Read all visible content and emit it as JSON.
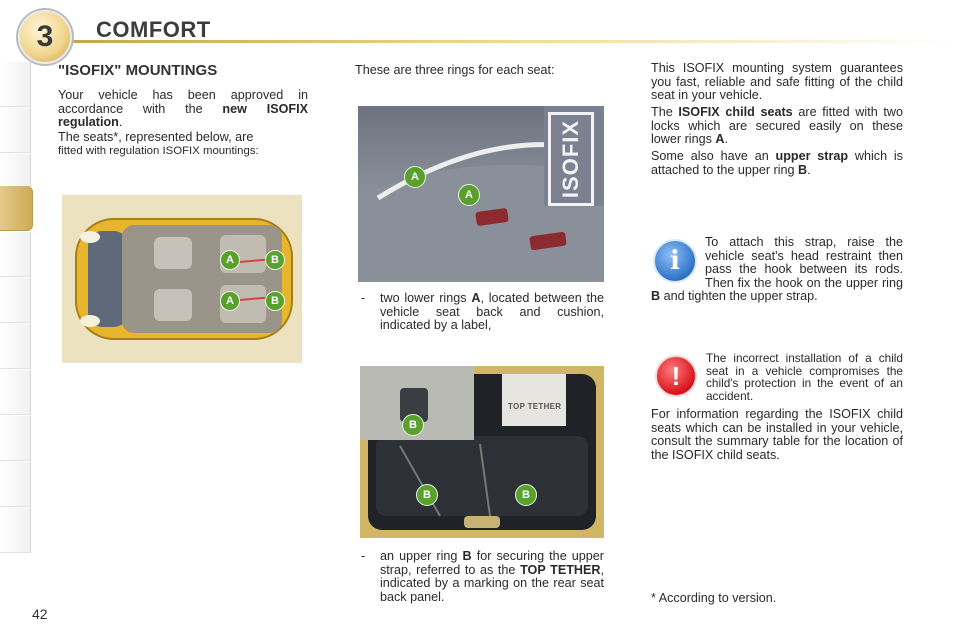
{
  "header": {
    "chapter_number": "3",
    "chapter_title": "COMFORT"
  },
  "page_number": "42",
  "left_column": {
    "heading": "\"ISOFIX\" MOUNTINGS",
    "p1_text": "Your vehicle has been approved in accordance with the ",
    "p1_bold": "new ISOFIX regulation",
    "p1_end": ".",
    "p2_line1": "The seats*, represented below, are",
    "p2_line2": "fitted with regulation ISOFIX mountings:",
    "figure_labels": {
      "a": "A",
      "b": "B"
    }
  },
  "middle_column": {
    "intro": "These are three rings for each seat:",
    "figure1_labels": {
      "isofix_sign": "ISOFIX",
      "ring": "A"
    },
    "item1_dash": "-",
    "item1_pre": "two lower rings ",
    "item1_bold": "A",
    "item1_post": ", located between the vehicle seat back and cushion, indicated by a label,",
    "figure2_labels": {
      "ring": "B",
      "tether_sign": "TOP TETHER"
    },
    "item2_dash": "-",
    "item2_pre": "an upper ring ",
    "item2_bold": "B",
    "item2_mid": " for securing the upper strap, referred to as the ",
    "item2_bold2": "TOP TETHER",
    "item2_post": ", indicated by a marking on the rear seat back panel."
  },
  "right_column": {
    "p1": "This ISOFIX mounting system guarantees you fast, reliable and safe fitting of the child seat in your vehicle.",
    "p2_pre": "The ",
    "p2_bold": "ISOFIX child seats",
    "p2_mid": " are fitted with two locks which are secured easily on these lower rings ",
    "p2_bold2": "A",
    "p2_end": ".",
    "p3_pre": "Some also have an ",
    "p3_bold": "upper strap",
    "p3_mid": " which is attached to the upper ring ",
    "p3_bold2": "B",
    "p3_end": ".",
    "info_icon_glyph": "i",
    "info_pre": "To attach this strap, raise the vehicle seat's head restraint then pass the hook between its rods. Then fix the hook on the upper ring ",
    "info_bold": "B",
    "info_post": " and tighten the upper strap.",
    "warning_icon_glyph": "!",
    "warning": "The incorrect installation of a child seat in a vehicle compromises the child's protection in the event of an accident.",
    "p4": "For information regarding the ISOFIX child seats which can be installed in your vehicle, consult the summary table for the location of the ISOFIX child seats.",
    "footnote": "* According to version."
  },
  "colors": {
    "accent_gold": "#c9a24e",
    "label_green": "#5aa02c",
    "info_blue": "#2f73c8",
    "warning_red": "#d7141a"
  },
  "icons": [
    "info-icon",
    "warning-icon"
  ]
}
